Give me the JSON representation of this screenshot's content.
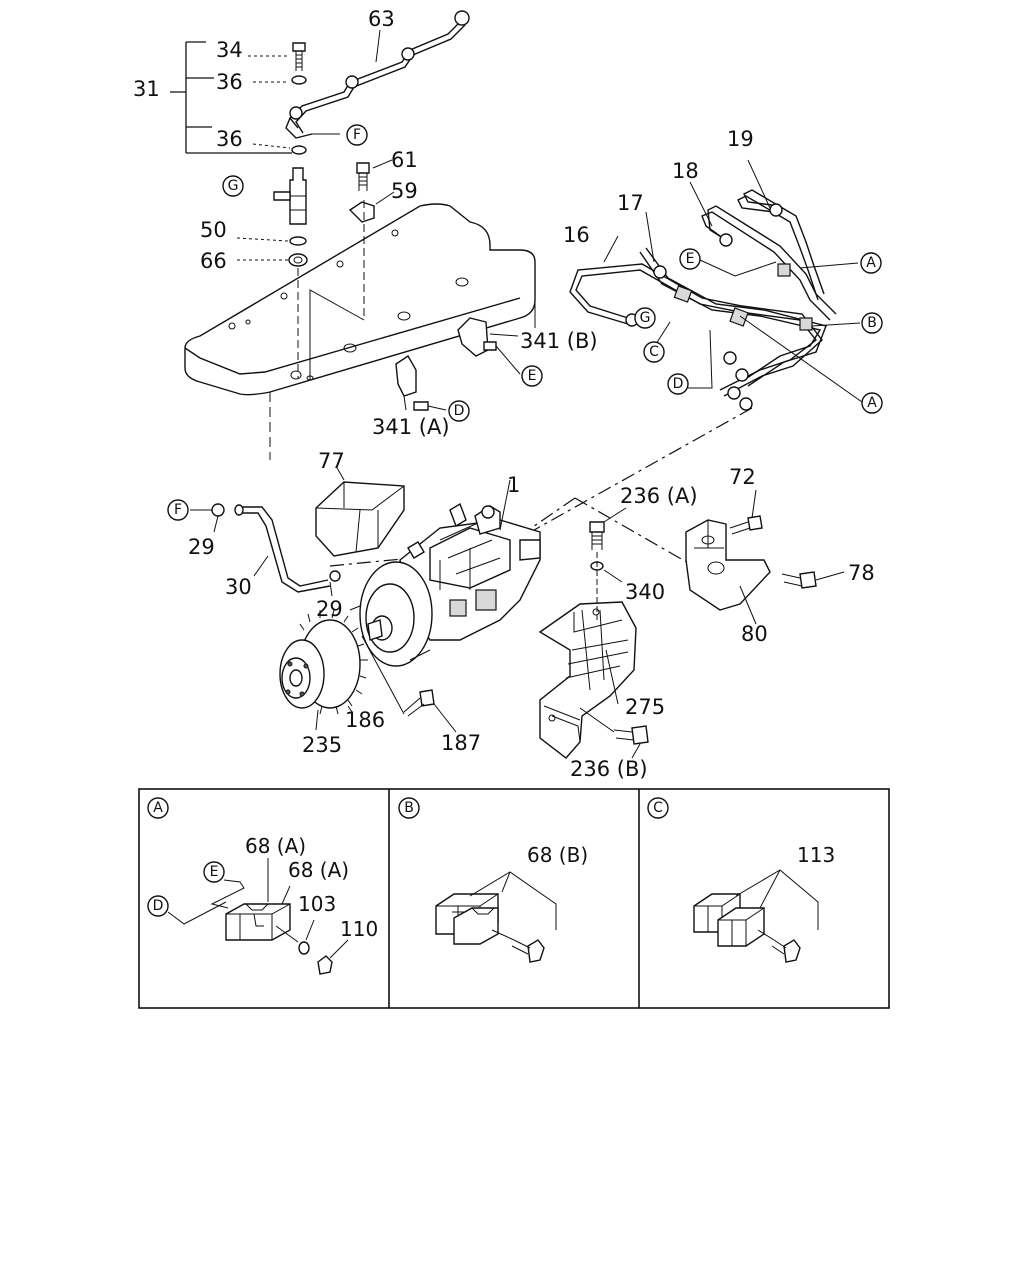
{
  "labels": {
    "l31": "31",
    "l34": "34",
    "l36a": "36",
    "l36b": "36",
    "l63": "63",
    "l61": "61",
    "l59": "59",
    "l50": "50",
    "l66": "66",
    "l341b": "341 (B)",
    "l341a": "341 (A)",
    "l16": "16",
    "l17": "17",
    "l18": "18",
    "l19": "19",
    "l77": "77",
    "l1": "1",
    "l29a": "29",
    "l29b": "29",
    "l30": "30",
    "l236a": "236 (A)",
    "l72": "72",
    "l78": "78",
    "l80": "80",
    "l340": "340",
    "l275": "275",
    "l236b": "236 (B)",
    "l186": "186",
    "l187": "187",
    "l235": "235"
  },
  "refs": {
    "F": "F",
    "G": "G",
    "A": "A",
    "B": "B",
    "C": "C",
    "D": "D",
    "E": "E"
  },
  "details": {
    "a": {
      "badge": "A",
      "label_68a_1": "68 (A)",
      "label_68a_2": "68 (A)",
      "label_103": "103",
      "label_110": "110",
      "ref_e": "E",
      "ref_d": "D"
    },
    "b": {
      "badge": "B",
      "label_68b": "68 (B)"
    },
    "c": {
      "badge": "C",
      "label_113": "113"
    }
  }
}
